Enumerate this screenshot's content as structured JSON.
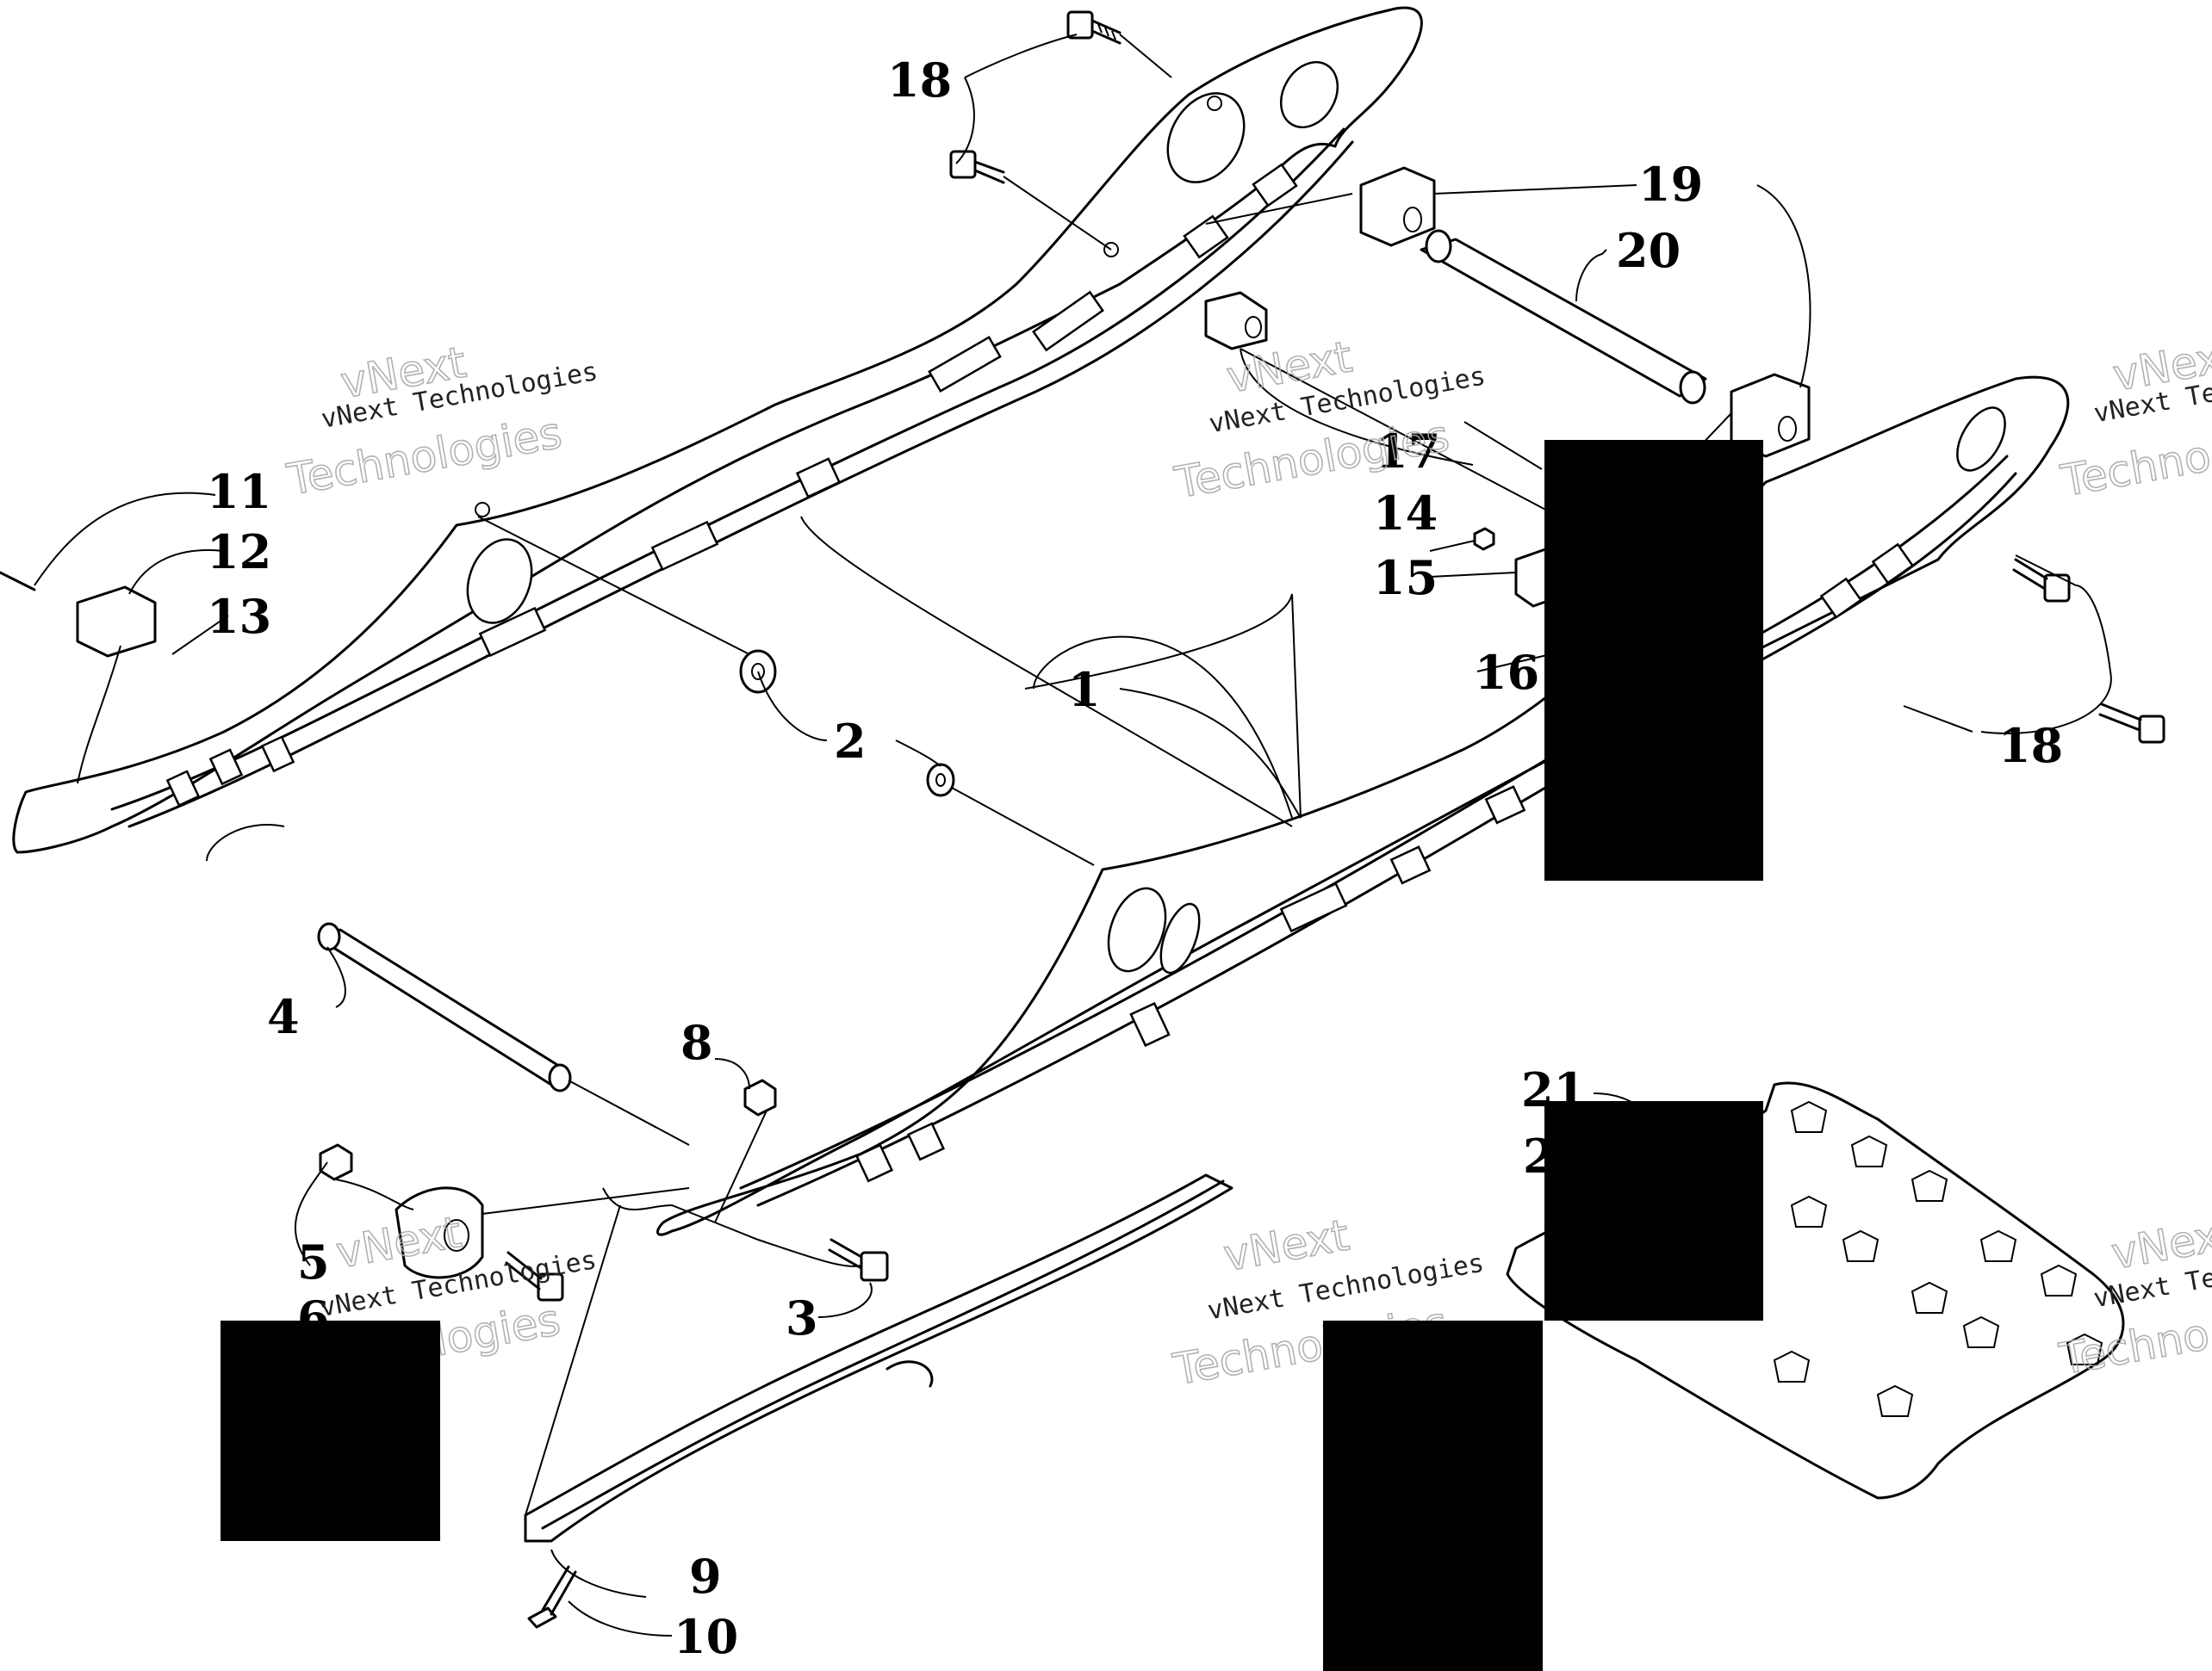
{
  "callouts": {
    "c1": "1",
    "c2": "2",
    "c3": "3",
    "c4": "4",
    "c5": "5",
    "c6": "6",
    "c8": "8",
    "c9": "9",
    "c10": "10",
    "c11": "11",
    "c12": "12",
    "c13": "13",
    "c14": "14",
    "c15": "15",
    "c16": "16",
    "c17": "17",
    "c18a": "18",
    "c18b": "18",
    "c19": "19",
    "c20": "20",
    "c21": "21",
    "c22": "2"
  },
  "watermark": {
    "line1": "vNext",
    "line2": "vNext Technologies",
    "line3": "Technologies",
    "line1_cut": "vNext",
    "line2_cut": "vNext Tec",
    "line3_cut": "Techno"
  },
  "colors": {
    "ink": "#000000",
    "background": "#ffffff",
    "watermark": "#aaaaaa"
  }
}
